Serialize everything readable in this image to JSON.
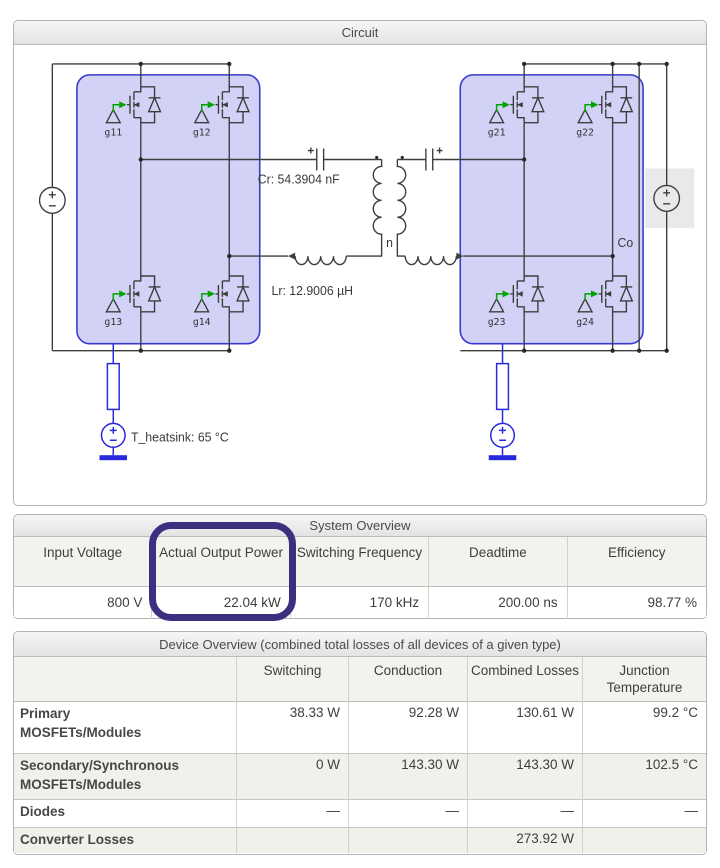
{
  "circuit": {
    "title": "Circuit",
    "labels": {
      "cr": "Cr: 54.3904 nF",
      "lr": "Lr: 12.9006 µH",
      "n": "n",
      "co": "Co",
      "t_heatsink": "T_heatsink: 65 °C",
      "gates": [
        "g11",
        "g12",
        "g13",
        "g14",
        "g21",
        "g22",
        "g23",
        "g24"
      ]
    },
    "colors": {
      "bridge_highlight_fill": "#9494ec",
      "bridge_highlight_stroke": "#3939cf",
      "thermal_blue": "#2828dd",
      "gate_signal_green": "#00a300",
      "wire": "#3d3d3d"
    }
  },
  "system_overview": {
    "title": "System Overview",
    "columns": [
      "Input Voltage",
      "Actual Output Power",
      "Switching Frequency",
      "Deadtime",
      "Efficiency"
    ],
    "values": [
      "800 V",
      "22.04 kW",
      "170 kHz",
      "200.00 ns",
      "98.77 %"
    ],
    "annotation": {
      "target": "Actual Output Power",
      "color": "#3c2f80"
    }
  },
  "device_overview": {
    "title": "Device Overview (combined total losses of all devices of a given type)",
    "columns": [
      "",
      "Switching",
      "Conduction",
      "Combined Losses",
      "Junction Temperature"
    ],
    "rows": [
      {
        "label1": "Primary",
        "label2": "MOSFETs/Modules",
        "switching": "38.33 W",
        "conduction": "92.28 W",
        "combined": "130.61 W",
        "junction": "99.2 °C"
      },
      {
        "label1": "Secondary/Synchronous",
        "label2": "MOSFETs/Modules",
        "switching": "0 W",
        "conduction": "143.30 W",
        "combined": "143.30 W",
        "junction": "102.5 °C"
      },
      {
        "label1": "Diodes",
        "label2": "",
        "switching": "—",
        "conduction": "—",
        "combined": "—",
        "junction": "—"
      },
      {
        "label1": "Converter Losses",
        "label2": "",
        "switching": "",
        "conduction": "",
        "combined": "273.92 W",
        "junction": ""
      }
    ]
  }
}
